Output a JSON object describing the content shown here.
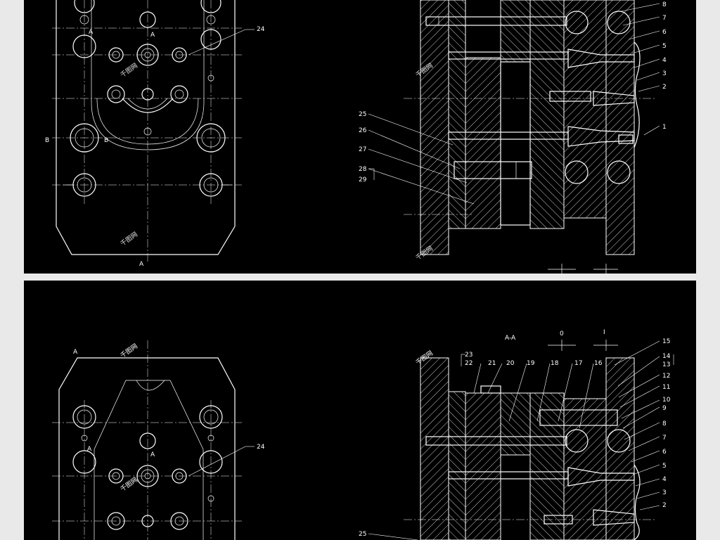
{
  "top_sheet": {
    "plan_view": {
      "label_a_upper_left": "A",
      "label_a_upper_center": "A",
      "label_b_left": "B",
      "label_b_inner": "B",
      "label_a_bottom": "A",
      "callout": "24"
    },
    "callouts_right": [
      "8",
      "7",
      "6",
      "5",
      "4",
      "3",
      "2",
      "1"
    ],
    "callouts_left": [
      "25",
      "26",
      "27",
      "28",
      "29"
    ]
  },
  "bottom_sheet": {
    "section_title": "A-A",
    "dim_marks": [
      "0",
      "I"
    ],
    "plan_view": {
      "label_a_top": "A",
      "label_a_left": "A",
      "label_a_center": "A",
      "callout": "24"
    },
    "callouts_top": [
      "23",
      "22",
      "21",
      "20",
      "19",
      "18",
      "17",
      "16"
    ],
    "callouts_right": [
      "15",
      "14",
      "13",
      "12",
      "11",
      "10",
      "9",
      "8",
      "7",
      "6",
      "5",
      "4",
      "3",
      "2"
    ],
    "callouts_left": [
      "25"
    ]
  },
  "watermark": "千图网"
}
